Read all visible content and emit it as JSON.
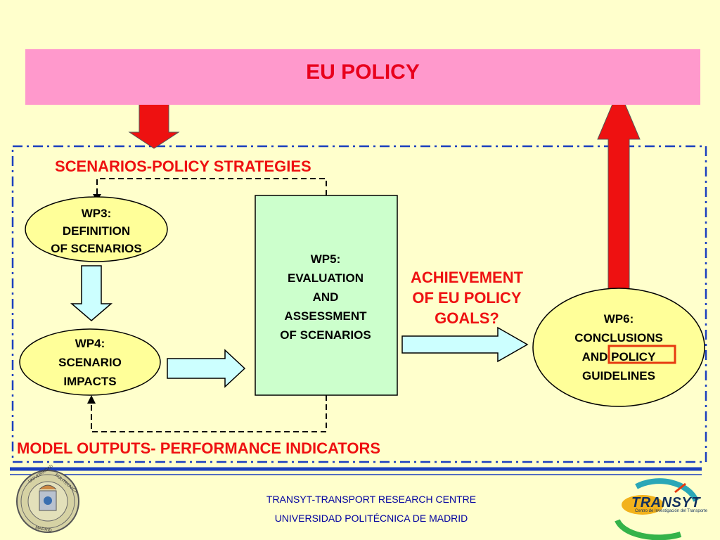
{
  "banner": {
    "title": "EU  POLICY"
  },
  "labels": {
    "scenarios_policy": "SCENARIOS-POLICY STRATEGIES",
    "model_outputs": "MODEL OUTPUTS- PERFORMANCE INDICATORS",
    "achievement": [
      "ACHIEVEMENT",
      "OF EU POLICY",
      "GOALS?"
    ]
  },
  "nodes": {
    "wp3": [
      "WP3:",
      "DEFINITION",
      "OF SCENARIOS"
    ],
    "wp4": [
      "WP4:",
      "SCENARIO",
      "IMPACTS"
    ],
    "wp5": [
      "WP5:",
      "EVALUATION",
      "AND",
      "ASSESSMENT",
      "OF SCENARIOS"
    ],
    "wp6": [
      "WP6:",
      "CONCLUSIONS",
      "AND POLICY",
      "GUIDELINES"
    ]
  },
  "footer": {
    "line1": "TRANSYT-TRANSPORT RESEARCH CENTRE",
    "line2": "UNIVERSIDAD POLITÉCNICA DE MADRID"
  },
  "logos": {
    "upm_seal_text": "UNIVERSIDAD POLITECNICA MADRID",
    "transyt_word": "TRANSYT",
    "transyt_subtitle": "Centro de Investigación del Transporte"
  },
  "colors": {
    "background": "#ffffcc",
    "banner": "#ff99cc",
    "label_red": "#ee1111",
    "node_fill": "#ffff99",
    "wp5_fill": "#ccffcc",
    "arrow_fill": "#ccffff",
    "policy_arrow": "#ee1111",
    "border_blue": "#1a3fbf"
  }
}
